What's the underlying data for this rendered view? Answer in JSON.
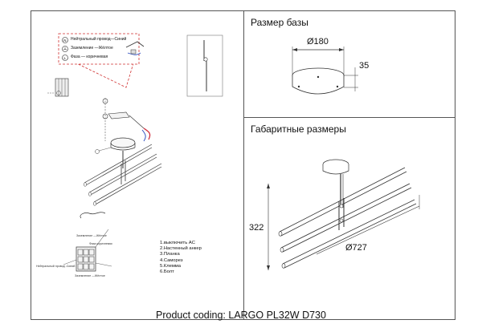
{
  "caption": "Product coding:  LARGO PL32W D730",
  "base_panel": {
    "title": "Размер базы",
    "diameter": "Ø180",
    "height": "35"
  },
  "dims_panel": {
    "title": "Габаритные размеры",
    "height": "322",
    "length": "Ø727"
  },
  "install_panel": {
    "wire_legend": {
      "neutral": "Нейтральный провод—Синий",
      "ground": "Заземление —Жёлтое",
      "phase": "Фаза — коричневая"
    },
    "terminal_labels": {
      "ground": "Заземление —Жёлтое",
      "phase": "Фаза коричневая",
      "neutral": "Нейтральный провод -Синий",
      "ground_bottom": "Заземление —Жёлтое"
    },
    "steps": [
      "1.выключить AC",
      "2.Настенный   анкер",
      "3.Планка",
      "4.Саморез",
      "5.Клемма",
      "6.Болт"
    ]
  },
  "colors": {
    "line": "#333333",
    "wire_red": "#d03040",
    "wire_blue": "#3050c0",
    "callout_red": "#d03030"
  }
}
